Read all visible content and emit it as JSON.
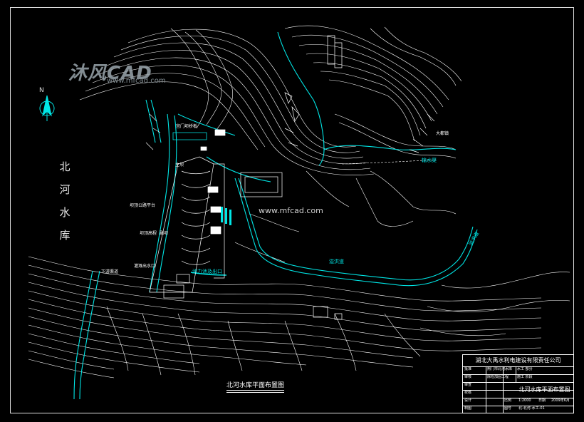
{
  "reservoir_name": "北河水库",
  "north_label": "N",
  "watermark": {
    "logo": "沐风CAD",
    "url": "www.mfcad.com",
    "center": "www.mfcad.com"
  },
  "drawing_caption": "北河水库平面布置图",
  "labels": {
    "top_bridge": "宫门坝桥板",
    "right_village": "大都镇",
    "spillway_left": "溢洪道",
    "spillway_right": "溢洪道",
    "right_channel": "输水渠",
    "dam_a": "主坝",
    "dam_b": "副坝",
    "left_note_1": "坝顶公路平台",
    "left_note_2": "坝顶高程",
    "left_note_3": "灌溉出水口",
    "bottom_note": "消力池及出口",
    "lower_left": "下游渠道"
  },
  "title_block": {
    "company": "湖北大禹水利电建设有限责任公司",
    "rows": [
      {
        "left": "批准",
        "mid": "荆门市北河水库",
        "right": "水工  部分"
      },
      {
        "left": "审核",
        "mid": "除险加固工程",
        "right": "施工  阶段"
      },
      {
        "left": "审查",
        "mid": "",
        "right": ""
      },
      {
        "left": "校核",
        "mid": "",
        "right": ""
      },
      {
        "left": "设计",
        "mid": "1:2000",
        "right": "2009年6月"
      },
      {
        "left": "制图",
        "mid": "图号",
        "right": "北-北河-水工-01"
      }
    ],
    "row5_labels": {
      "scale_label": "比例",
      "date_label": "日期"
    },
    "sheet_title": "北河水库平面布置图"
  },
  "colors": {
    "background": "#000000",
    "contour": "#ffffff",
    "water": "#00e6e6",
    "frame": "#e0e0e0"
  }
}
